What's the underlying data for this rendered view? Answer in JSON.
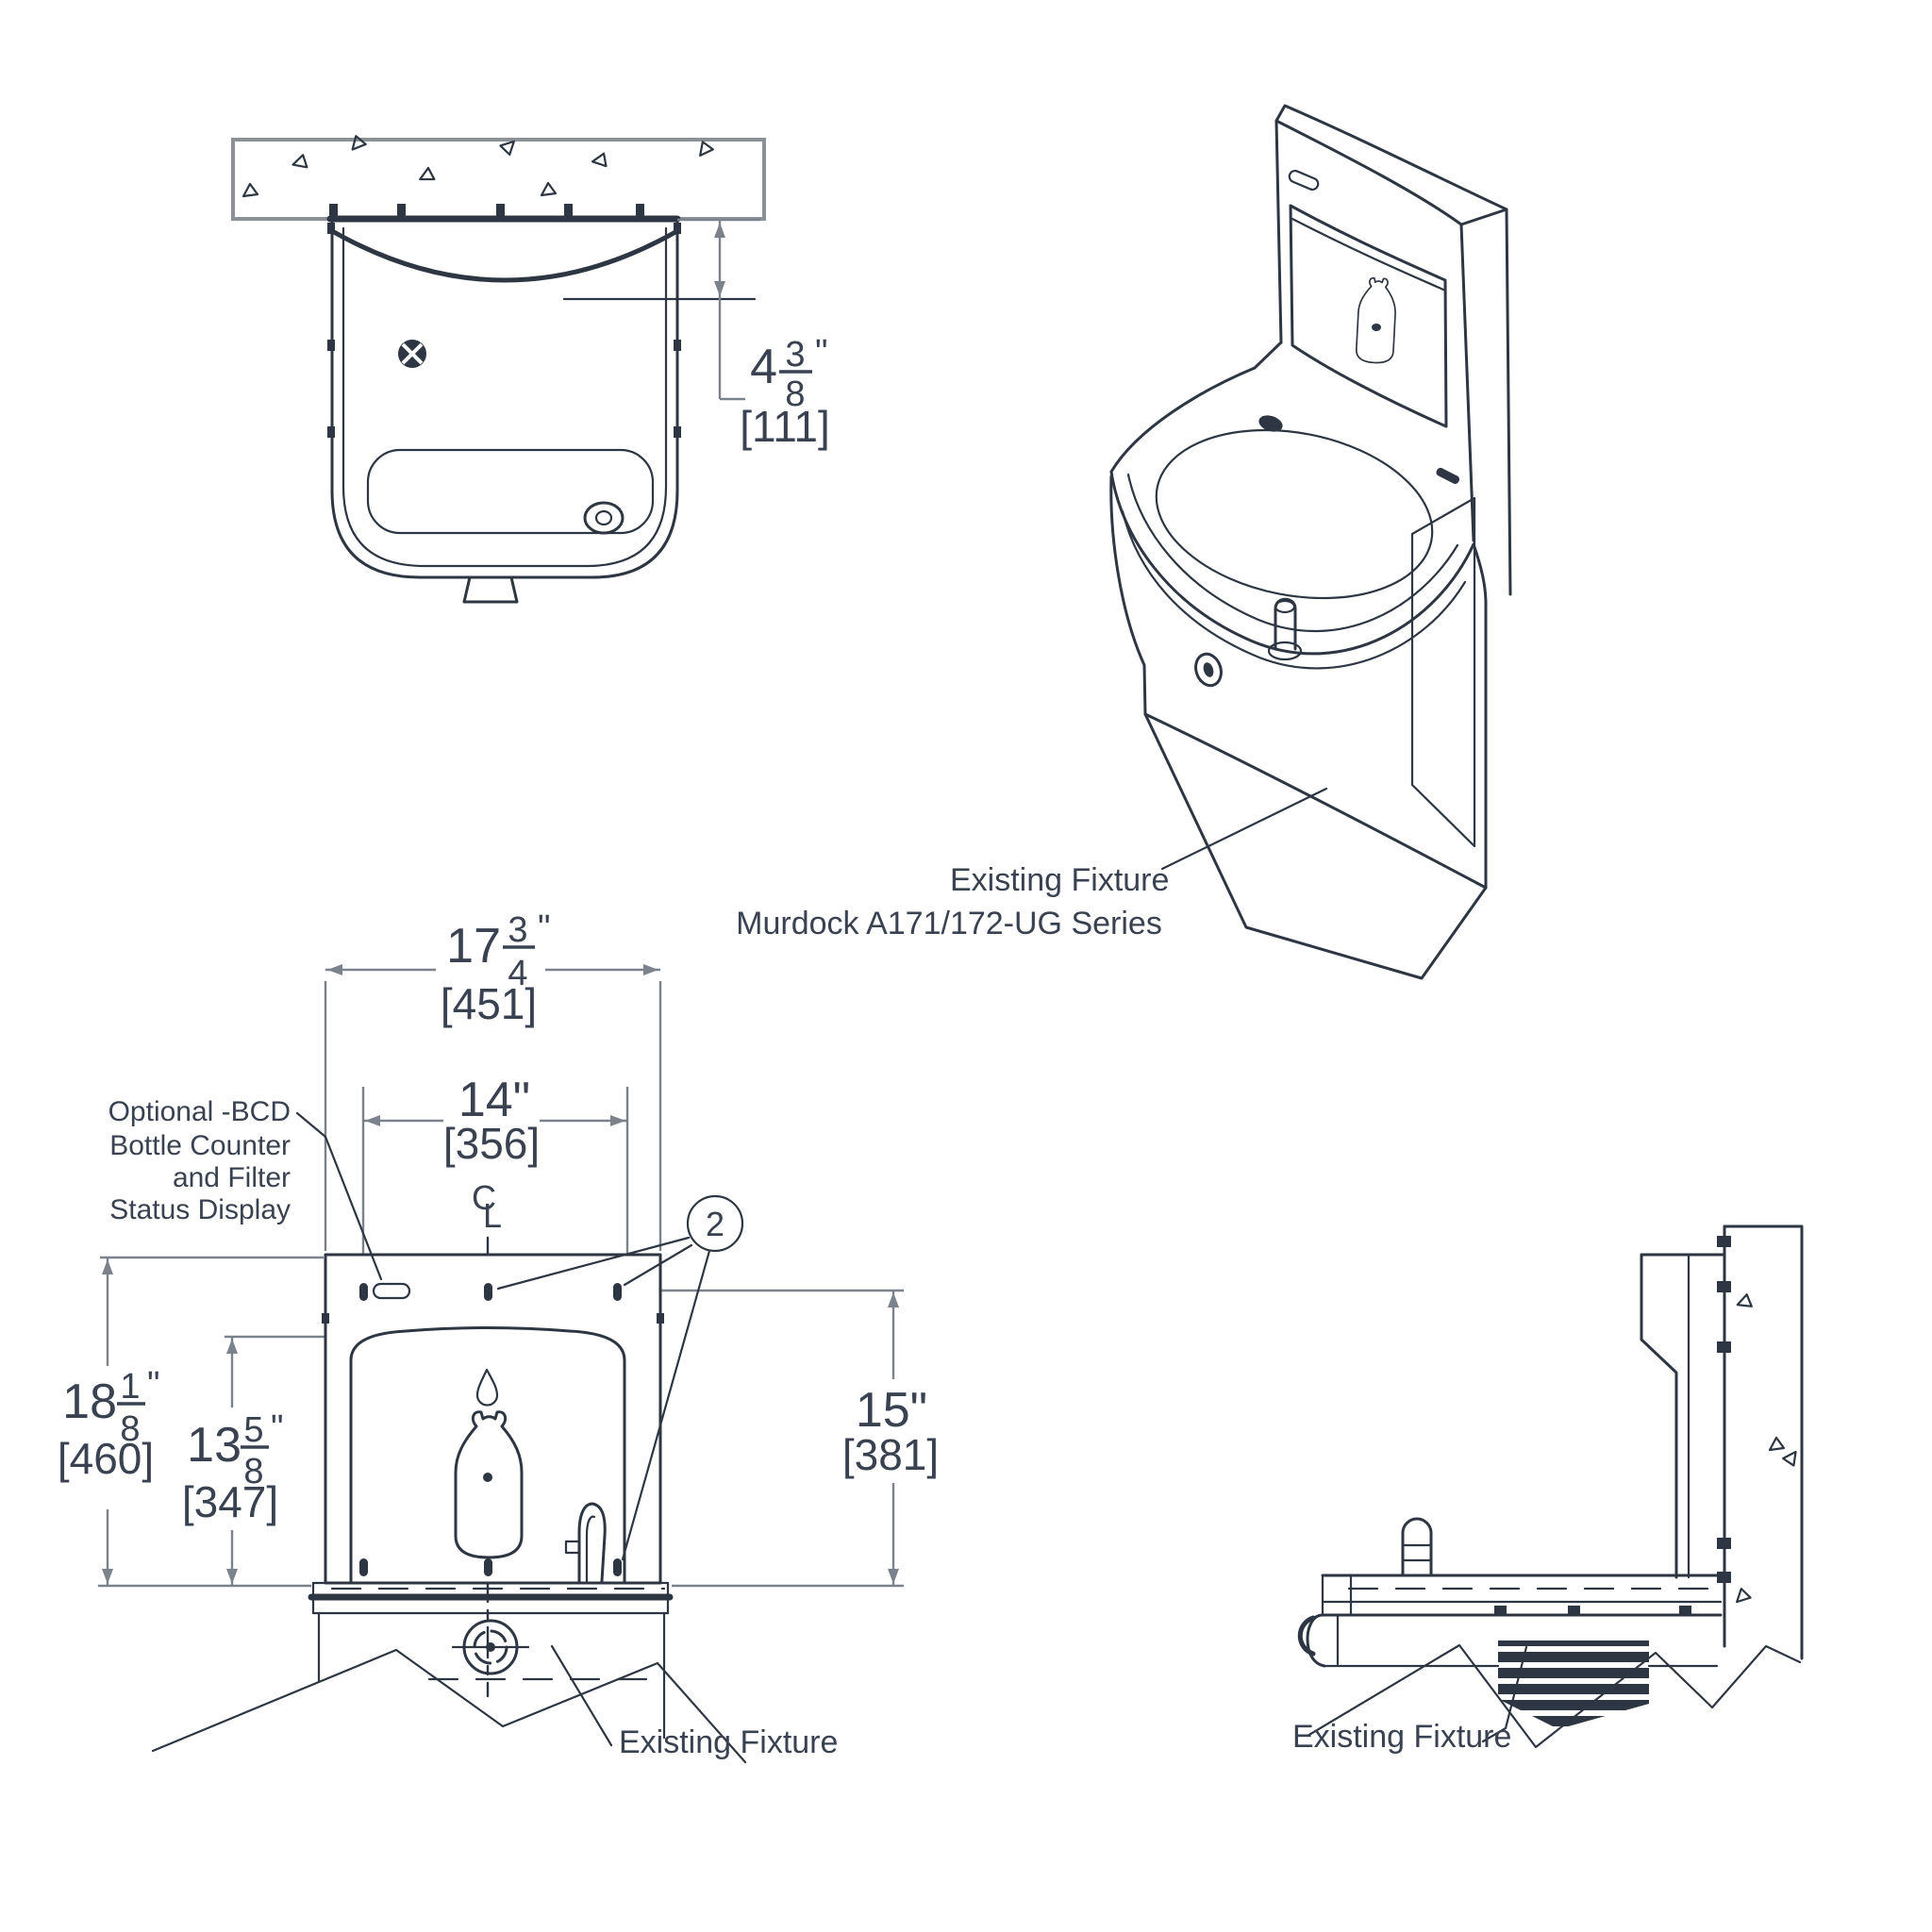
{
  "colors": {
    "background": "#ffffff",
    "line": "#2d3642",
    "dim_line": "#7b828c",
    "text": "#3a4252",
    "wall": "#8b9197"
  },
  "labels": {
    "iso_existing_fixture": "Existing Fixture",
    "iso_series": "Murdock A171/172-UG Series",
    "front_existing_fixture": "Existing Fixture",
    "side_existing_fixture": "Existing Fixture",
    "optional_bcd_line1": "Optional -BCD",
    "optional_bcd_line2": "Bottle Counter",
    "optional_bcd_line3": "and Filter",
    "optional_bcd_line4": "Status Display",
    "callout_2": "2",
    "centerline_c": "C",
    "centerline_l": "L"
  },
  "dimensions": {
    "bracket_offset": {
      "whole": "4",
      "numerator": "3",
      "denominator": "8",
      "unit": "\"",
      "metric": "[111]"
    },
    "panel_width": {
      "whole": "17",
      "numerator": "3",
      "denominator": "4",
      "unit": "\"",
      "metric": "[451]"
    },
    "hole_spacing": {
      "value": "14\"",
      "metric": "[356]"
    },
    "panel_height": {
      "whole": "18",
      "numerator": "1",
      "denominator": "8",
      "unit": "\"",
      "metric": "[460]"
    },
    "recess_height": {
      "whole": "13",
      "numerator": "5",
      "denominator": "8",
      "unit": "\"",
      "metric": "[347]"
    },
    "hole_height": {
      "value": "15\"",
      "metric": "[381]"
    }
  }
}
